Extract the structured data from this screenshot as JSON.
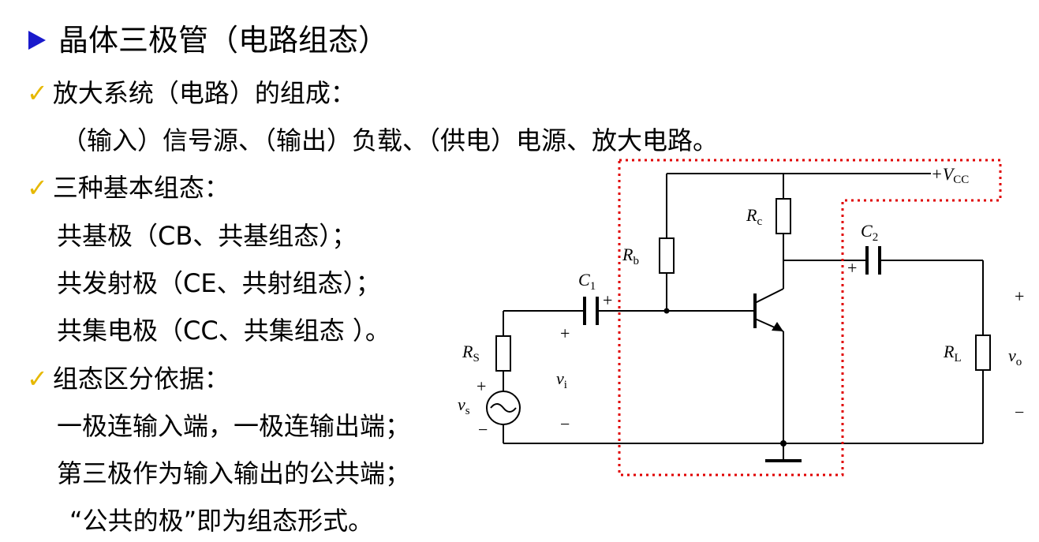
{
  "title": "晶体三极管（电路组态）",
  "bullet1": {
    "text": "放大系统（电路）的组成：",
    "detail": "（输入）信号源、（输出）负载、（供电）电源、放大电路。"
  },
  "bullet2": {
    "text": "三种基本组态：",
    "cb": "共基极（CB、共基组态）；",
    "ce": "共发射极（CE、共射组态）；",
    "cc": "共集电极（CC、共集组态 ）。"
  },
  "bullet3": {
    "text": "组态区分依据：",
    "line1": "一极连输入端，一极连输出端；",
    "line2": "第三极作为输入输出的公共端；",
    "line3": "“公共的极”即为组态形式。"
  },
  "circuit": {
    "vcc_label": "+V",
    "vcc_sub": "CC",
    "rc_label": "R",
    "rc_sub": "c",
    "rb_label": "R",
    "rb_sub": "b",
    "c1_label": "C",
    "c1_sub": "1",
    "c2_label": "C",
    "c2_sub": "2",
    "rs_label": "R",
    "rs_sub": "S",
    "rl_label": "R",
    "rl_sub": "L",
    "vi_label": "v",
    "vi_sub": "i",
    "vs_label": "v",
    "vs_sub": "s",
    "vo_label": "v",
    "vo_sub": "o",
    "plus": "+",
    "minus": "−",
    "accent_dotted": "#e00000"
  }
}
